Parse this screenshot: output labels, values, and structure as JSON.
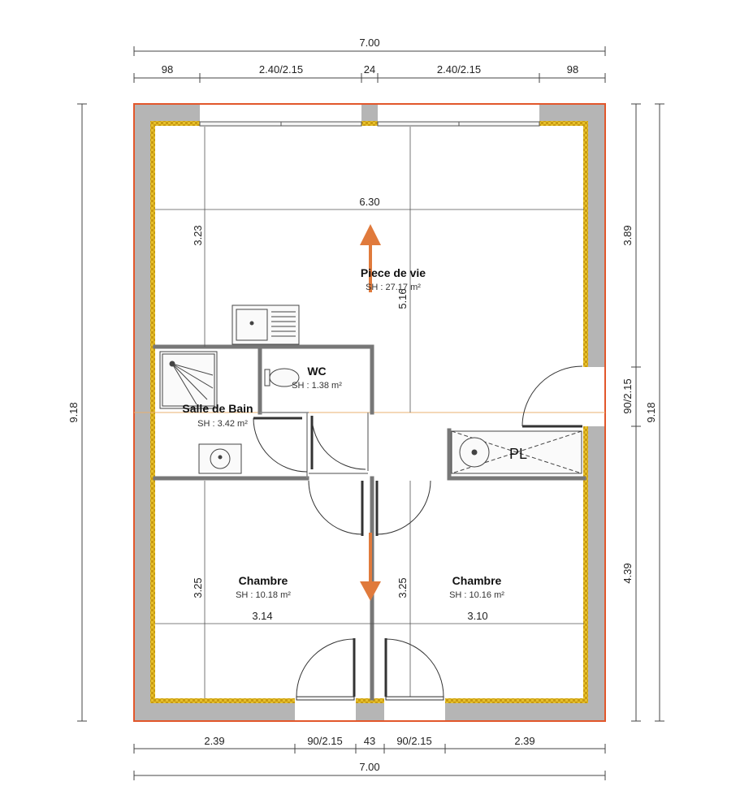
{
  "colors": {
    "outer_line": "#e2572b",
    "wall_gray": "#b5b5b5",
    "insulation": "#e6c02a",
    "arrow": "#e07a3c",
    "axis": "#e8b070"
  },
  "dimensions": {
    "top_total": "7.00",
    "top_seg": [
      "98",
      "2.40/2.15",
      "24",
      "2.40/2.15",
      "98"
    ],
    "bottom_seg": [
      "2.39",
      "90/2.15",
      "43",
      "90/2.15",
      "2.39"
    ],
    "bottom_total": "7.00",
    "left_total": "9.18",
    "right_total": "9.18",
    "right_seg": [
      "3.89",
      "90/2.15",
      "4.39"
    ],
    "inner_width_top": "6.30",
    "inner_left_upper": "3.23",
    "inner_center": "5.16",
    "inner_left_lower": "3.25",
    "inner_center_lower": "3.25",
    "inner_left_room": "3.14",
    "inner_right_room": "3.10"
  },
  "rooms": {
    "living": {
      "name": "Piece de vie",
      "area": "SH : 27.17 m²"
    },
    "wc": {
      "name": "WC",
      "area": "SH : 1.38 m²"
    },
    "bath": {
      "name": "Salle de Bain",
      "area": "SH : 3.42 m²"
    },
    "bedroom_left": {
      "name": "Chambre",
      "area": "SH : 10.18 m²"
    },
    "bedroom_right": {
      "name": "Chambre",
      "area": "SH : 10.16 m²"
    },
    "closet": {
      "name": "PL"
    }
  }
}
